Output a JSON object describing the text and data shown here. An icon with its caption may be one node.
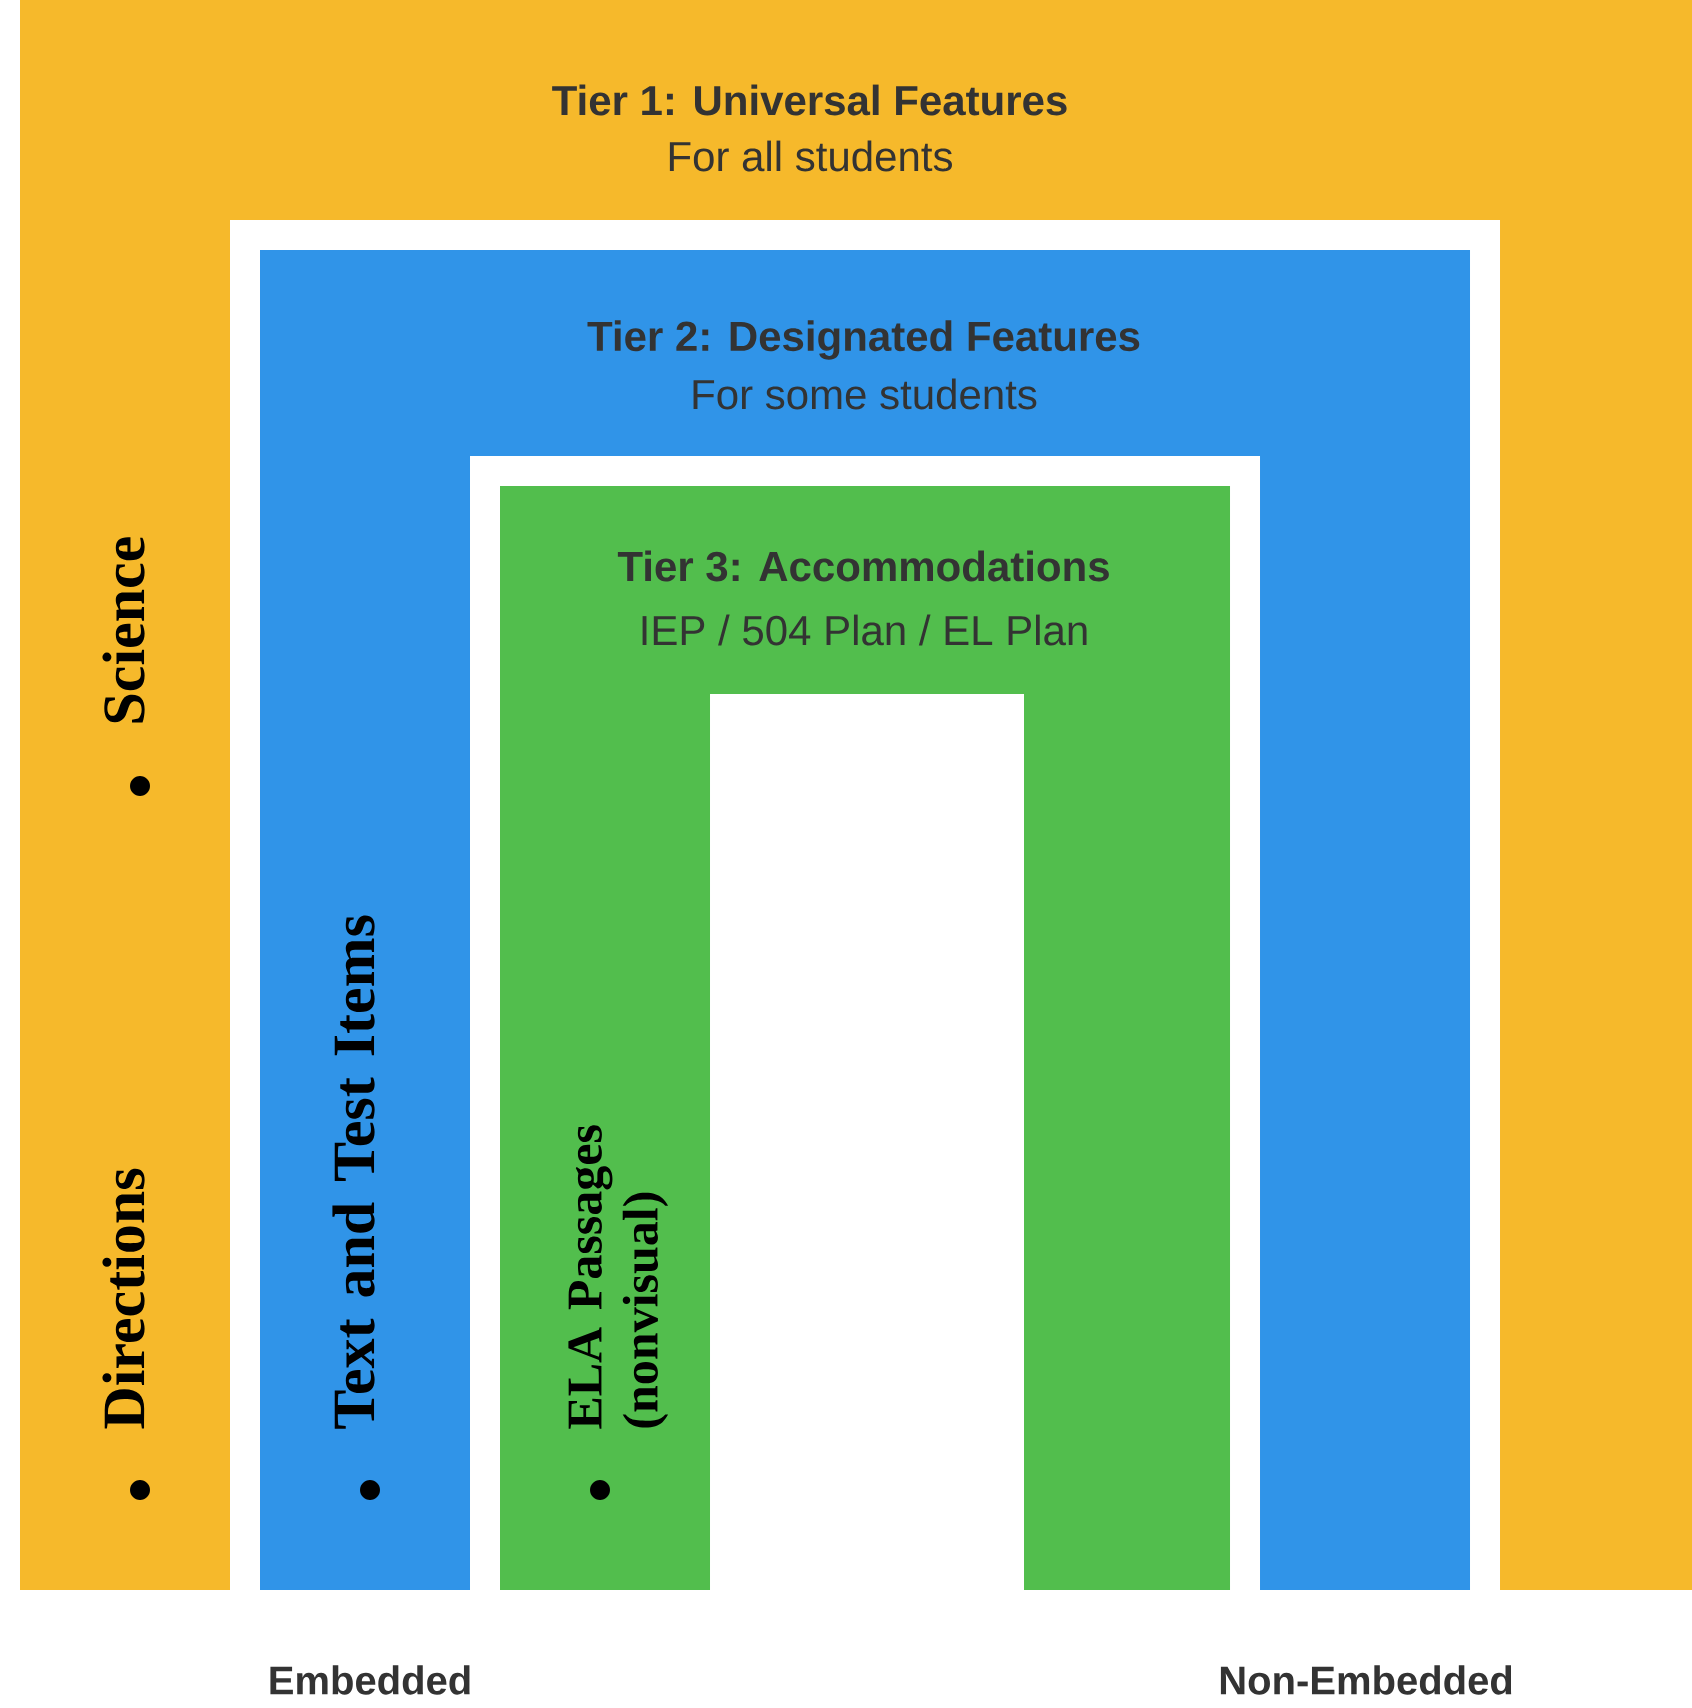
{
  "diagram": {
    "nodes": [
      {
        "text": [
          "Tier 1: Universal Features",
          "For all students"
        ]
      },
      {
        "text": [
          "Tier 2: Designated Features",
          "For some students"
        ],
        "in": 0
      },
      {
        "text": [
          "Tier 3: Accommodations",
          "IEP / 504 Plan / EL Plan"
        ],
        "in": 1
      }
    ],
    "labels": [
      "Science",
      "Directions",
      "Text and Test Items",
      "ELA Passages (nonvisual)",
      "Embedded",
      "Non-Embedded"
    ]
  }
}
